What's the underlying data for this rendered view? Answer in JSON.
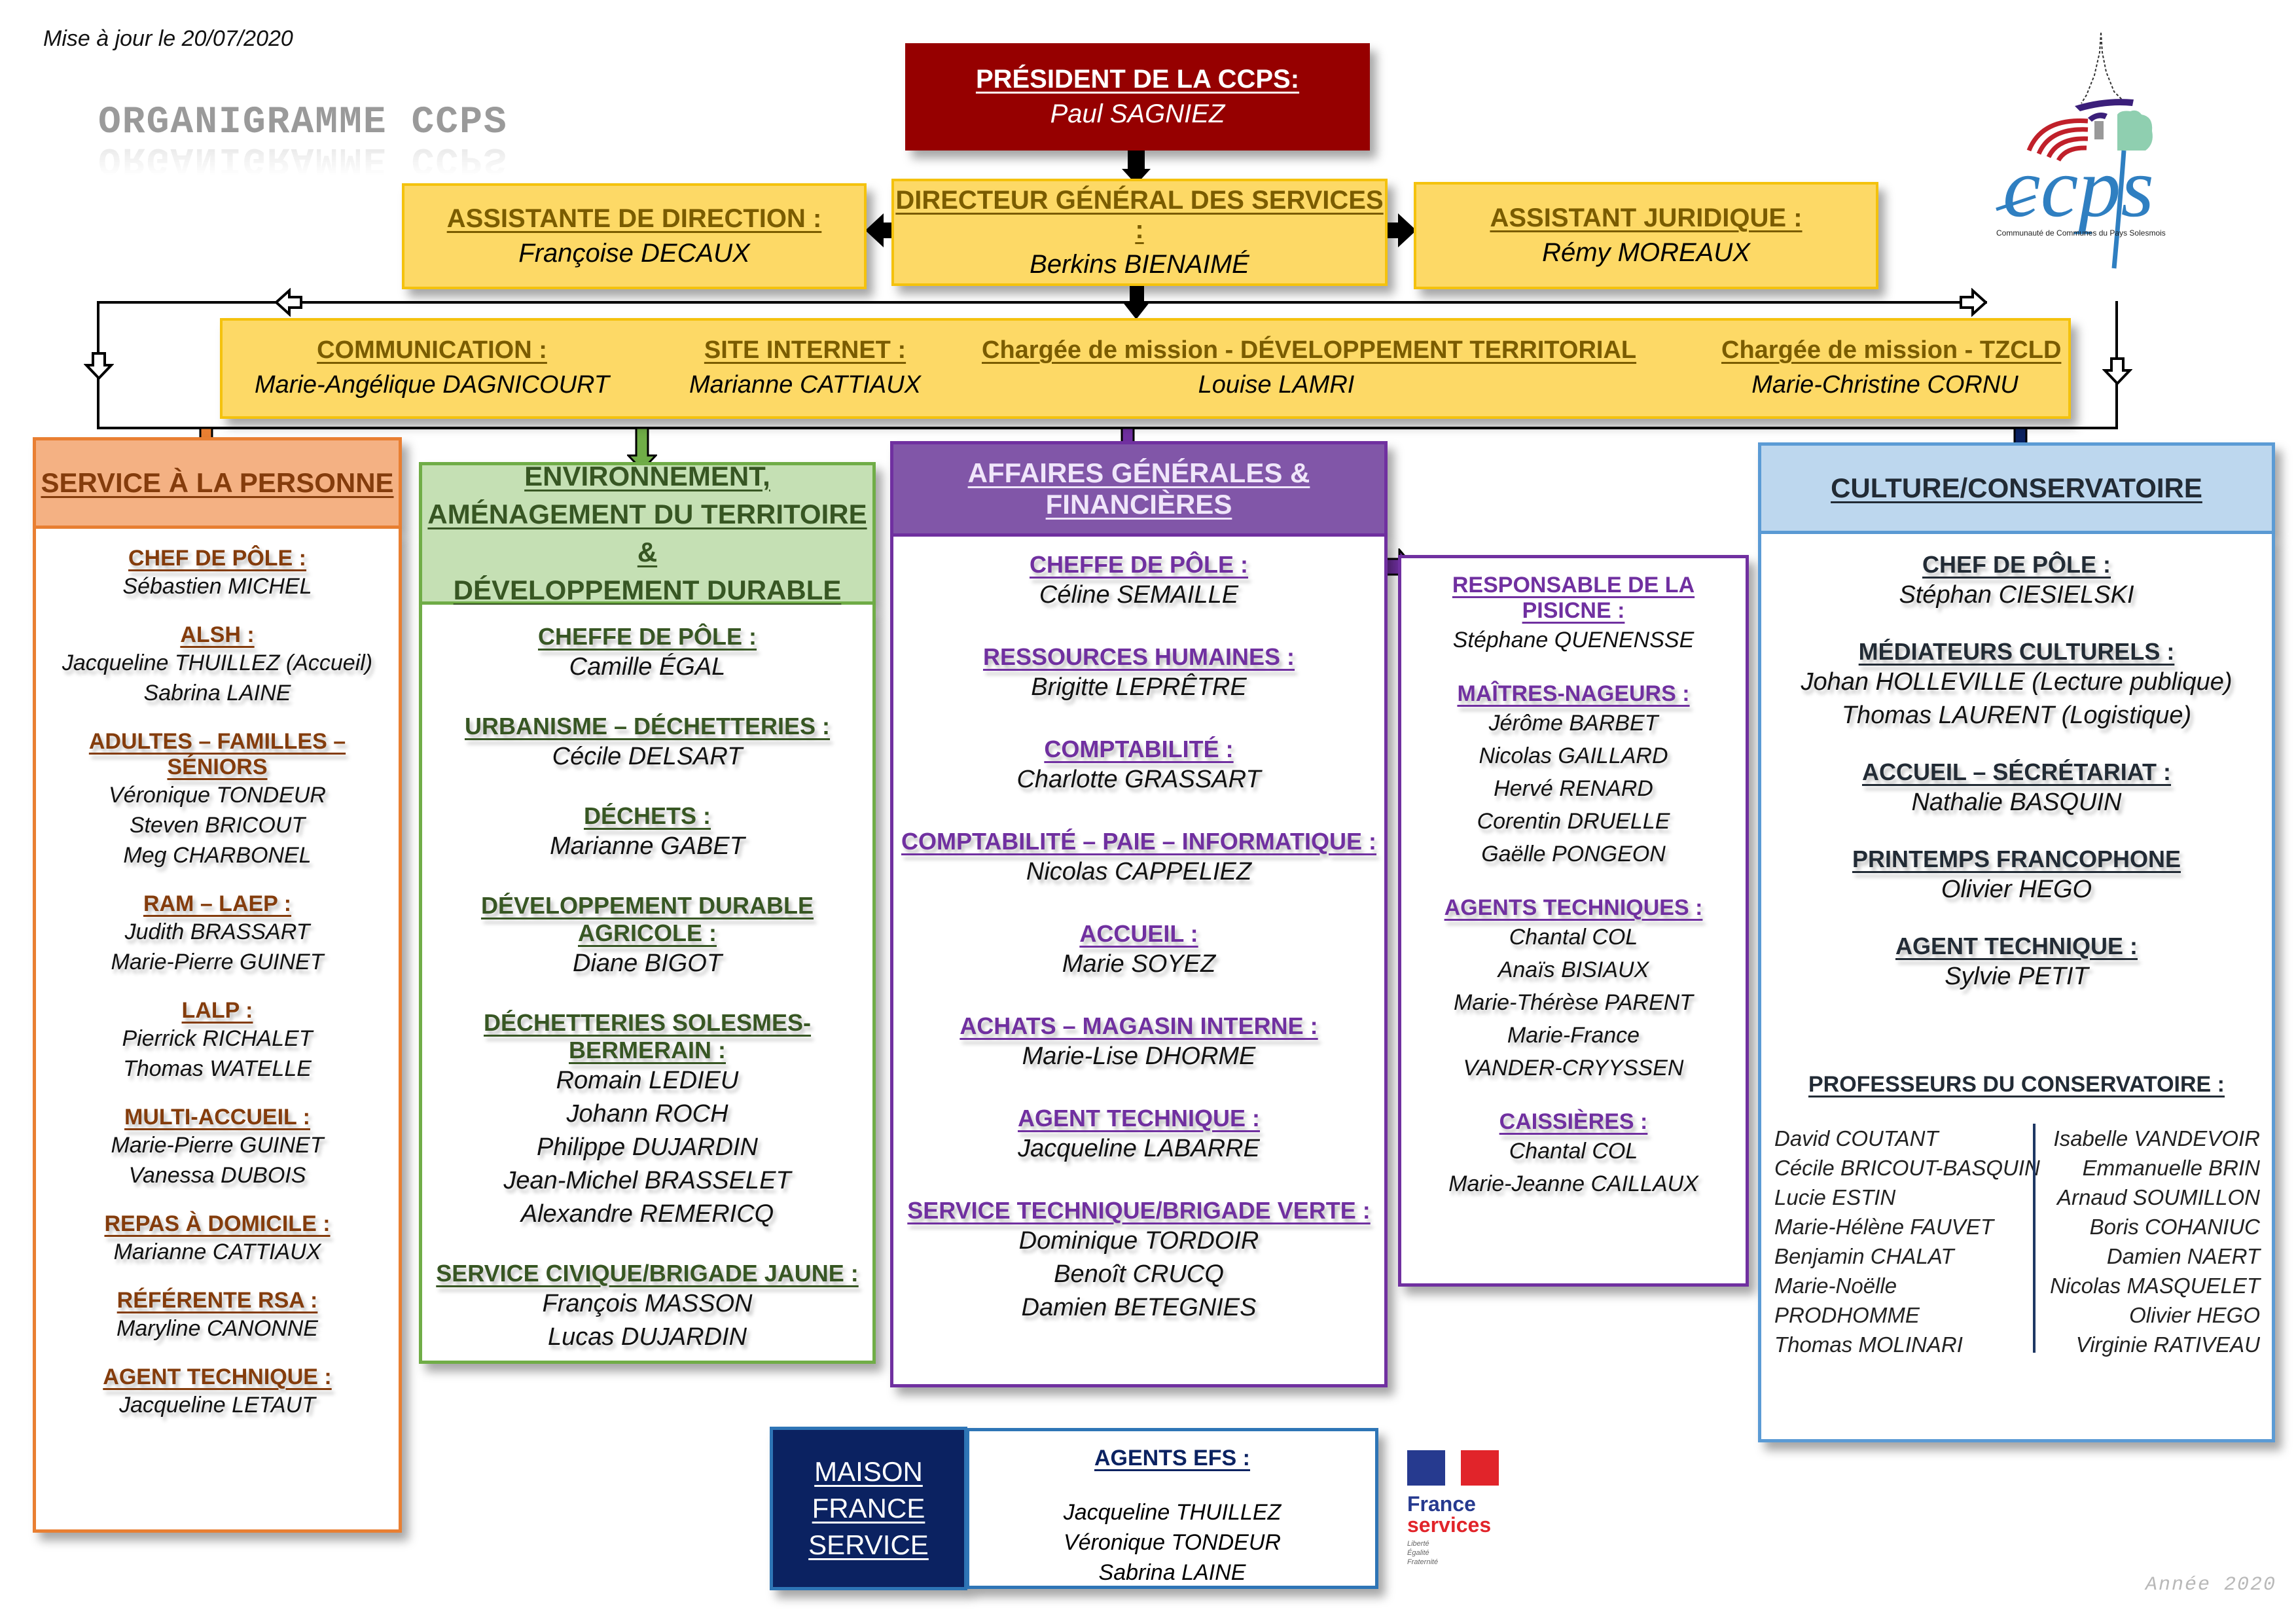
{
  "header": {
    "update_date": "Mise à jour le 20/07/2020",
    "title": "ORGANIGRAMME CCPS",
    "year": "Année 2020"
  },
  "logo": {
    "icon": "ccps-logo-icon",
    "text": "ccps",
    "subtitle": "Communauté de Communes du Pays Solesmois",
    "colors": {
      "blue": "#2f7fc1",
      "red": "#c0202a",
      "green": "#8fcfb0",
      "purple": "#3b1f7a"
    }
  },
  "top": {
    "president": {
      "role": "PRÉSIDENT DE LA CCPS:",
      "name": "Paul SAGNIEZ"
    },
    "assistante": {
      "role": "ASSISTANTE DE DIRECTION :",
      "name": "Françoise DECAUX"
    },
    "dgs": {
      "role": "DIRECTEUR GÉNÉRAL DES SERVICES :",
      "name": "Berkins BIENAIMÉ"
    },
    "juridique": {
      "role": "ASSISTANT JURIDIQUE :",
      "name": "Rémy MOREAUX"
    }
  },
  "mission_band": [
    {
      "role": "COMMUNICATION :",
      "name": "Marie-Angélique DAGNICOURT"
    },
    {
      "role": "SITE INTERNET :",
      "name": "Marianne CATTIAUX"
    },
    {
      "role": "Chargée de mission - DÉVELOPPEMENT TERRITORIAL",
      "name": "Louise LAMRI"
    },
    {
      "role": "Chargée de mission - TZCLD",
      "name": "Marie-Christine CORNU"
    }
  ],
  "departments": {
    "personne": {
      "title": "SERVICE À LA PERSONNE",
      "color": "#e97f32",
      "sections": [
        {
          "title": "CHEF DE PÔLE :",
          "people": [
            "Sébastien MICHEL"
          ]
        },
        {
          "title": "ALSH :",
          "people": [
            "Jacqueline THUILLEZ (Accueil)",
            "Sabrina LAINE"
          ]
        },
        {
          "title": "ADULTES – FAMILLES – SÉNIORS",
          "people": [
            "Véronique TONDEUR",
            "Steven BRICOUT",
            "Meg CHARBONEL"
          ]
        },
        {
          "title": "RAM – LAEP :",
          "people": [
            "Judith BRASSART",
            "Marie-Pierre GUINET"
          ]
        },
        {
          "title": "LALP :",
          "people": [
            "Pierrick RICHALET",
            "Thomas WATELLE"
          ]
        },
        {
          "title": "MULTI-ACCUEIL :",
          "people": [
            "Marie-Pierre GUINET",
            "Vanessa DUBOIS"
          ]
        },
        {
          "title": "REPAS À DOMICILE :",
          "people": [
            "Marianne CATTIAUX"
          ]
        },
        {
          "title": "RÉFÉRENTE RSA :",
          "people": [
            "Maryline CANONNE"
          ]
        },
        {
          "title": "AGENT TECHNIQUE :",
          "people": [
            "Jacqueline LETAUT"
          ]
        }
      ]
    },
    "environnement": {
      "title_lines": [
        "ENVIRONNEMENT,",
        "AMÉNAGEMENT DU TERRITOIRE &",
        "DÉVELOPPEMENT DURABLE"
      ],
      "color": "#70ad47",
      "sections": [
        {
          "title": "CHEFFE DE PÔLE :",
          "people": [
            "Camille ÉGAL"
          ]
        },
        {
          "title": "URBANISME – DÉCHETTERIES :",
          "people": [
            "Cécile DELSART"
          ]
        },
        {
          "title": "DÉCHETS :",
          "people": [
            "Marianne GABET"
          ]
        },
        {
          "title": "DÉVELOPPEMENT DURABLE AGRICOLE :",
          "people": [
            "Diane BIGOT"
          ]
        },
        {
          "title": "DÉCHETTERIES SOLESMES-BERMERAIN :",
          "people": [
            "Romain LEDIEU",
            "Johann ROCH",
            "Philippe DUJARDIN",
            "Jean-Michel BRASSELET",
            "Alexandre REMERICQ"
          ]
        },
        {
          "title": "SERVICE CIVIQUE/BRIGADE JAUNE :",
          "people": [
            "François MASSON",
            "Lucas DUJARDIN"
          ]
        }
      ]
    },
    "affaires": {
      "title": "AFFAIRES GÉNÉRALES & FINANCIÈRES",
      "color": "#7030a0",
      "sections": [
        {
          "title": "CHEFFE DE PÔLE :",
          "people": [
            "Céline SEMAILLE"
          ]
        },
        {
          "title": "RESSOURCES HUMAINES :",
          "people": [
            "Brigitte LEPRÊTRE"
          ]
        },
        {
          "title": "COMPTABILITÉ :",
          "people": [
            "Charlotte GRASSART"
          ]
        },
        {
          "title": "COMPTABILITÉ – PAIE – INFORMATIQUE :",
          "people": [
            "Nicolas CAPPELIEZ"
          ]
        },
        {
          "title": "ACCUEIL :",
          "people": [
            "Marie SOYEZ"
          ]
        },
        {
          "title": "ACHATS – MAGASIN INTERNE :",
          "people": [
            "Marie-Lise DHORME"
          ]
        },
        {
          "title": "AGENT TECHNIQUE :",
          "people": [
            "Jacqueline LABARRE"
          ]
        },
        {
          "title": "SERVICE TECHNIQUE/BRIGADE VERTE :",
          "people": [
            "Dominique TORDOIR",
            "Benoît CRUCQ",
            "Damien BETEGNIES"
          ]
        }
      ]
    },
    "piscine": {
      "sections": [
        {
          "title": "RESPONSABLE DE LA PISICNE :",
          "title_lines": [
            "RESPONSABLE DE LA",
            "PISICNE :"
          ],
          "people": [
            "Stéphane QUENENSSE"
          ]
        },
        {
          "title": "MAÎTRES-NAGEURS :",
          "people": [
            "Jérôme BARBET",
            "Nicolas GAILLARD",
            "Hervé RENARD",
            "Corentin DRUELLE",
            "Gaëlle PONGEON"
          ]
        },
        {
          "title": "AGENTS TECHNIQUES :",
          "people": [
            "Chantal COL",
            "Anaïs BISIAUX",
            "Marie-Thérèse PARENT",
            "Marie-France",
            "VANDER-CRYYSSEN"
          ]
        },
        {
          "title": "CAISSIÈRES :",
          "people": [
            "Chantal COL",
            "Marie-Jeanne CAILLAUX"
          ]
        }
      ]
    },
    "culture": {
      "title": "CULTURE/CONSERVATOIRE",
      "color": "#5b9bd5",
      "sections": [
        {
          "title": "CHEF DE PÔLE :",
          "people": [
            "Stéphan CIESIELSKI"
          ]
        },
        {
          "title": "MÉDIATEURS CULTURELS :",
          "people": [
            "Johan HOLLEVILLE (Lecture publique)",
            "Thomas LAURENT (Logistique)"
          ]
        },
        {
          "title": "ACCUEIL – SÉCRÉTARIAT :",
          "people": [
            "Nathalie BASQUIN"
          ]
        },
        {
          "title": "PRINTEMPS FRANCOPHONE",
          "people": [
            "Olivier HEGO"
          ]
        },
        {
          "title": "AGENT TECHNIQUE :",
          "people": [
            "Sylvie PETIT"
          ]
        }
      ],
      "professeurs": {
        "title": "PROFESSEURS DU CONSERVATOIRE :",
        "left": [
          "David COUTANT",
          "Cécile BRICOUT-BASQUIN",
          "Lucie ESTIN",
          "Marie-Hélène FAUVET",
          "Benjamin CHALAT",
          "Marie-Noëlle",
          "PRODHOMME",
          "Thomas MOLINARI"
        ],
        "right": [
          "Isabelle VANDEVOIR",
          "Emmanuelle BRIN",
          "Arnaud SOUMILLON",
          "Boris COHANIUC",
          "Damien NAERT",
          "Nicolas MASQUELET",
          "Olivier HEGO",
          "Virginie RATIVEAU"
        ]
      }
    }
  },
  "maison_france_service": {
    "label_lines": [
      "MAISON",
      "FRANCE",
      "SERVICE"
    ],
    "agents_title": "AGENTS EFS :",
    "agents": [
      "Jacqueline THUILLEZ",
      "Véronique TONDEUR",
      "Sabrina LAINE"
    ]
  },
  "france_services_logo": {
    "word1": "France",
    "word2": "services",
    "motto": [
      "Liberté",
      "Égalité",
      "Fraternité"
    ]
  }
}
